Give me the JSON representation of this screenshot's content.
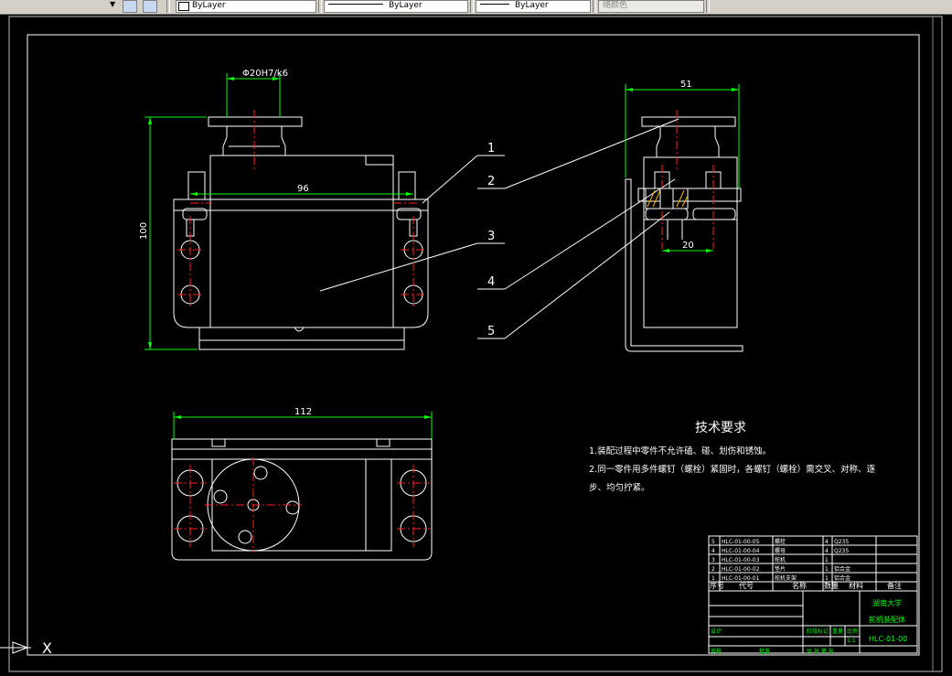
{
  "toolbar": {
    "layer_value": "ByLayer",
    "linetype_value": "ByLayer",
    "lineweight_value": "ByLayer",
    "color_value": "随颜色"
  },
  "dims": {
    "shaft_dia": "Φ20H7/k6",
    "height_total": "100",
    "bolt_span": "96",
    "side_width": "51",
    "side_bolt": "20",
    "bottom_width": "112"
  },
  "balloons": [
    "1",
    "2",
    "3",
    "4",
    "5"
  ],
  "tech_req": {
    "title": "技术要求",
    "line1": "1.装配过程中零件不允许磕、碰、划伤和锈蚀。",
    "line2": "2.同一零件用多件螺钉（螺栓）紧固时，各螺钉（螺栓）需交叉、对称、逐",
    "line3": "步、均匀拧紧。"
  },
  "parts_list": {
    "headers": [
      "序号",
      "代号",
      "名称",
      "数量",
      "材料",
      "备注"
    ],
    "rows": [
      [
        "5",
        "HLC-01-00-05",
        "螺栓",
        "4",
        "Q235",
        ""
      ],
      [
        "4",
        "HLC-01-00-04",
        "螺母",
        "4",
        "Q235",
        ""
      ],
      [
        "3",
        "HLC-01-00-03",
        "舵机",
        "1",
        "",
        ""
      ],
      [
        "2",
        "HLC-01-00-02",
        "垫片",
        "1",
        "铝合金",
        ""
      ],
      [
        "1",
        "HLC-01-00-01",
        "舵机支架",
        "1",
        "铝合金",
        ""
      ]
    ]
  },
  "title_block": {
    "school": "湖南大学",
    "drawing_name": "舵机装配体",
    "drawing_no": "HLC-01-00",
    "scale": "1:1",
    "design": "设计",
    "review": "审核",
    "approve": "批准",
    "stage": "阶段标记",
    "weight": "重量",
    "ratio": "比例",
    "sheet": "共 张 第 张"
  },
  "ucs_label": "X"
}
